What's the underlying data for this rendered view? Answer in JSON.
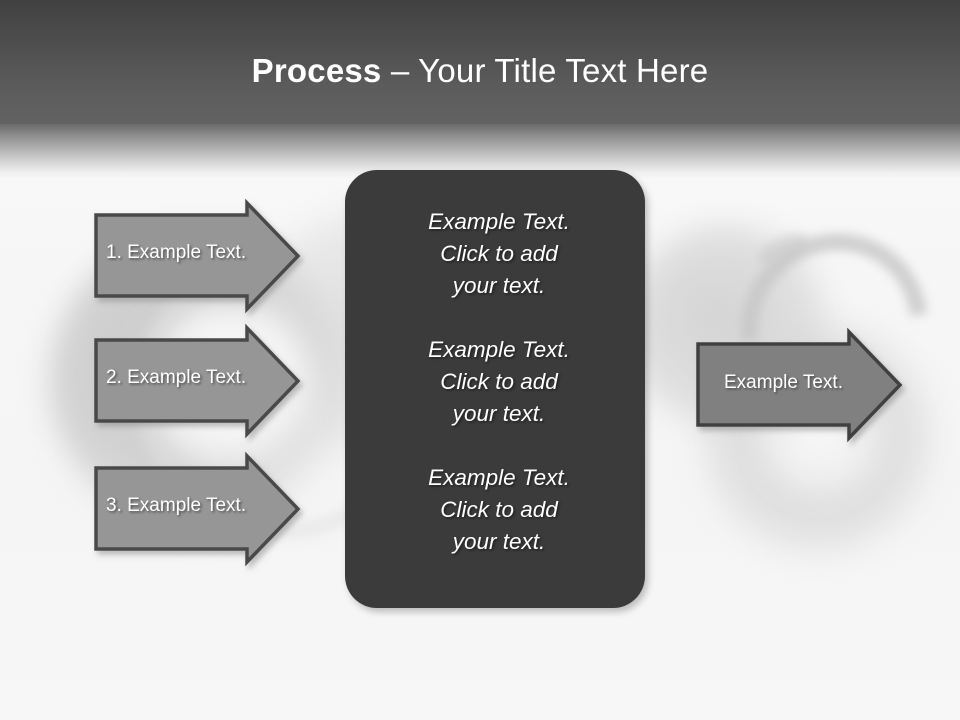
{
  "slide": {
    "title": {
      "bold_part": "Process",
      "rest": " – Your Title Text Here"
    },
    "colors": {
      "header_dark": "#414141",
      "header_light": "#626262",
      "arrow_fill": "#969696",
      "arrow_border": "#4a4a4a",
      "panel_fill": "#3b3b3b",
      "background": "#f7f7f7",
      "text_light": "#ffffff"
    }
  },
  "input_arrows": [
    {
      "label": "1.  Example Text."
    },
    {
      "label": "2. Example Text."
    },
    {
      "label": "3. Example Text."
    }
  ],
  "output_arrow": {
    "label": "Example Text."
  },
  "panel": {
    "blocks": [
      {
        "line1": "Example Text.",
        "line2": "Click  to add",
        "line3": "your text."
      },
      {
        "line1": "Example Text.",
        "line2": "Click  to add",
        "line3": "your text."
      },
      {
        "line1": "Example Text.",
        "line2": "Click  to add",
        "line3": "your text."
      }
    ]
  }
}
